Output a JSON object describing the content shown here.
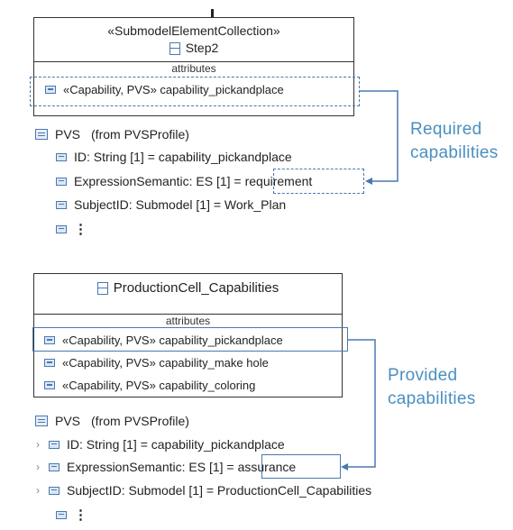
{
  "top_diagram": {
    "box": {
      "stereotype": "«SubmodelElementCollection»",
      "name": "Step2",
      "attributes_title": "attributes",
      "attribute": "«Capability, PVS» capability_pickandplace"
    },
    "profile": {
      "name": "PVS",
      "from": "(from PVSProfile)",
      "rows": {
        "id": "ID: String [1] = capability_pickandplace",
        "semantic_prefix": "ExpressionSemantic: ES [1] =",
        "semantic_value": "requirement",
        "subject": "SubjectID: Submodel [1] = Work_Plan",
        "more": "⋮"
      }
    },
    "callout": [
      "Required",
      "capabilities"
    ]
  },
  "bottom_diagram": {
    "box": {
      "name": "ProductionCell_Capabilities",
      "attributes_title": "attributes",
      "attributes": [
        "«Capability, PVS» capability_pickandplace",
        "«Capability, PVS» capability_make hole",
        "«Capability, PVS» capability_coloring"
      ]
    },
    "profile": {
      "name": "PVS",
      "from": "(from PVSProfile)",
      "rows": {
        "id": "ID: String [1] = capability_pickandplace",
        "semantic_prefix": "ExpressionSemantic: ES [1] =",
        "semantic_value": "assurance",
        "subject": "SubjectID: Submodel [1] = ProductionCell_Capabilities",
        "more": "⋮"
      },
      "chevron": "›"
    },
    "callout": [
      "Provided",
      "capabilities"
    ]
  },
  "colors": {
    "accent": "#4a78b0",
    "callout_text": "#4a8fc1",
    "border": "#333333"
  }
}
